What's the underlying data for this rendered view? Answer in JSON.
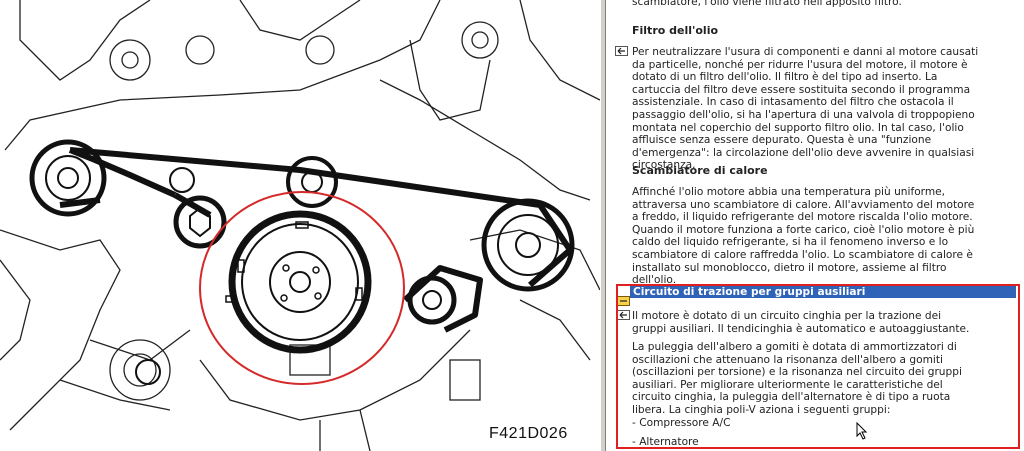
{
  "diagram": {
    "figure_code": "F421D026"
  },
  "text": {
    "intro_tail": "scambiatore, l'olio viene filtrato nell'apposito filtro.",
    "filter_heading": "Filtro dell'olio",
    "filter_lines": [
      "Per neutralizzare l'usura di componenti e danni al motore causati",
      "da particelle, nonché per ridurre l'usura del motore, il motore è",
      "dotato di un filtro dell'olio. Il filtro è del tipo ad inserto. La",
      "cartuccia del filtro deve essere sostituita secondo il programma",
      "assistenziale. In caso di intasamento del filtro che ostacola il",
      "passaggio dell'olio, si ha l'apertura di una valvola di troppopieno",
      "montata nel coperchio del supporto filtro olio. In tal caso, l'olio",
      "affluisce senza essere depurato. Questa è una \"funzione",
      "d'emergenza\": la circolazione dell'olio deve avvenire in qualsiasi",
      "circostanza."
    ],
    "heat_heading": "Scambiatore di calore",
    "heat_lines": [
      "Affinché l'olio motore abbia una temperatura più uniforme,",
      "attraversa uno scambiatore di calore. All'avviamento del motore",
      "a freddo, il liquido refrigerante del motore riscalda l'olio motore.",
      "Quando il motore funziona a forte carico, cioè l'olio motore è più",
      "caldo del liquido refrigerante, si ha il fenomeno inverso e lo",
      "scambiatore di calore raffredda l'olio. Lo scambiatore di calore è",
      "installato sul monoblocco, dietro il motore, assieme al filtro",
      "dell'olio."
    ],
    "section_title": "Circuito di trazione per gruppi ausiliari",
    "aux_lines": [
      "Il motore è dotato di un circuito cinghia per la trazione dei",
      "gruppi ausiliari. Il tendicinghia è automatico e autoaggiustante."
    ],
    "pulley_lines": [
      "La puleggia dell'albero a gomiti è dotata di ammortizzatori di",
      "oscillazioni che attenuano la risonanza dell'albero a gomiti",
      "(oscillazioni per torsione) e la risonanza nel circuito dei gruppi",
      "ausiliari. Per migliorare ulteriormente le caratteristiche del",
      "circuito cinghia, la puleggia dell'alternatore è di tipo a ruota",
      "libera. La cinghia poli-V aziona i seguenti gruppi:"
    ],
    "list_items": [
      "- Compressore A/C",
      "- Alternatore"
    ]
  },
  "colors": {
    "section_bar": "#2f63b8",
    "highlight": "#e02020",
    "annotation_circle": "#d42a2a"
  }
}
